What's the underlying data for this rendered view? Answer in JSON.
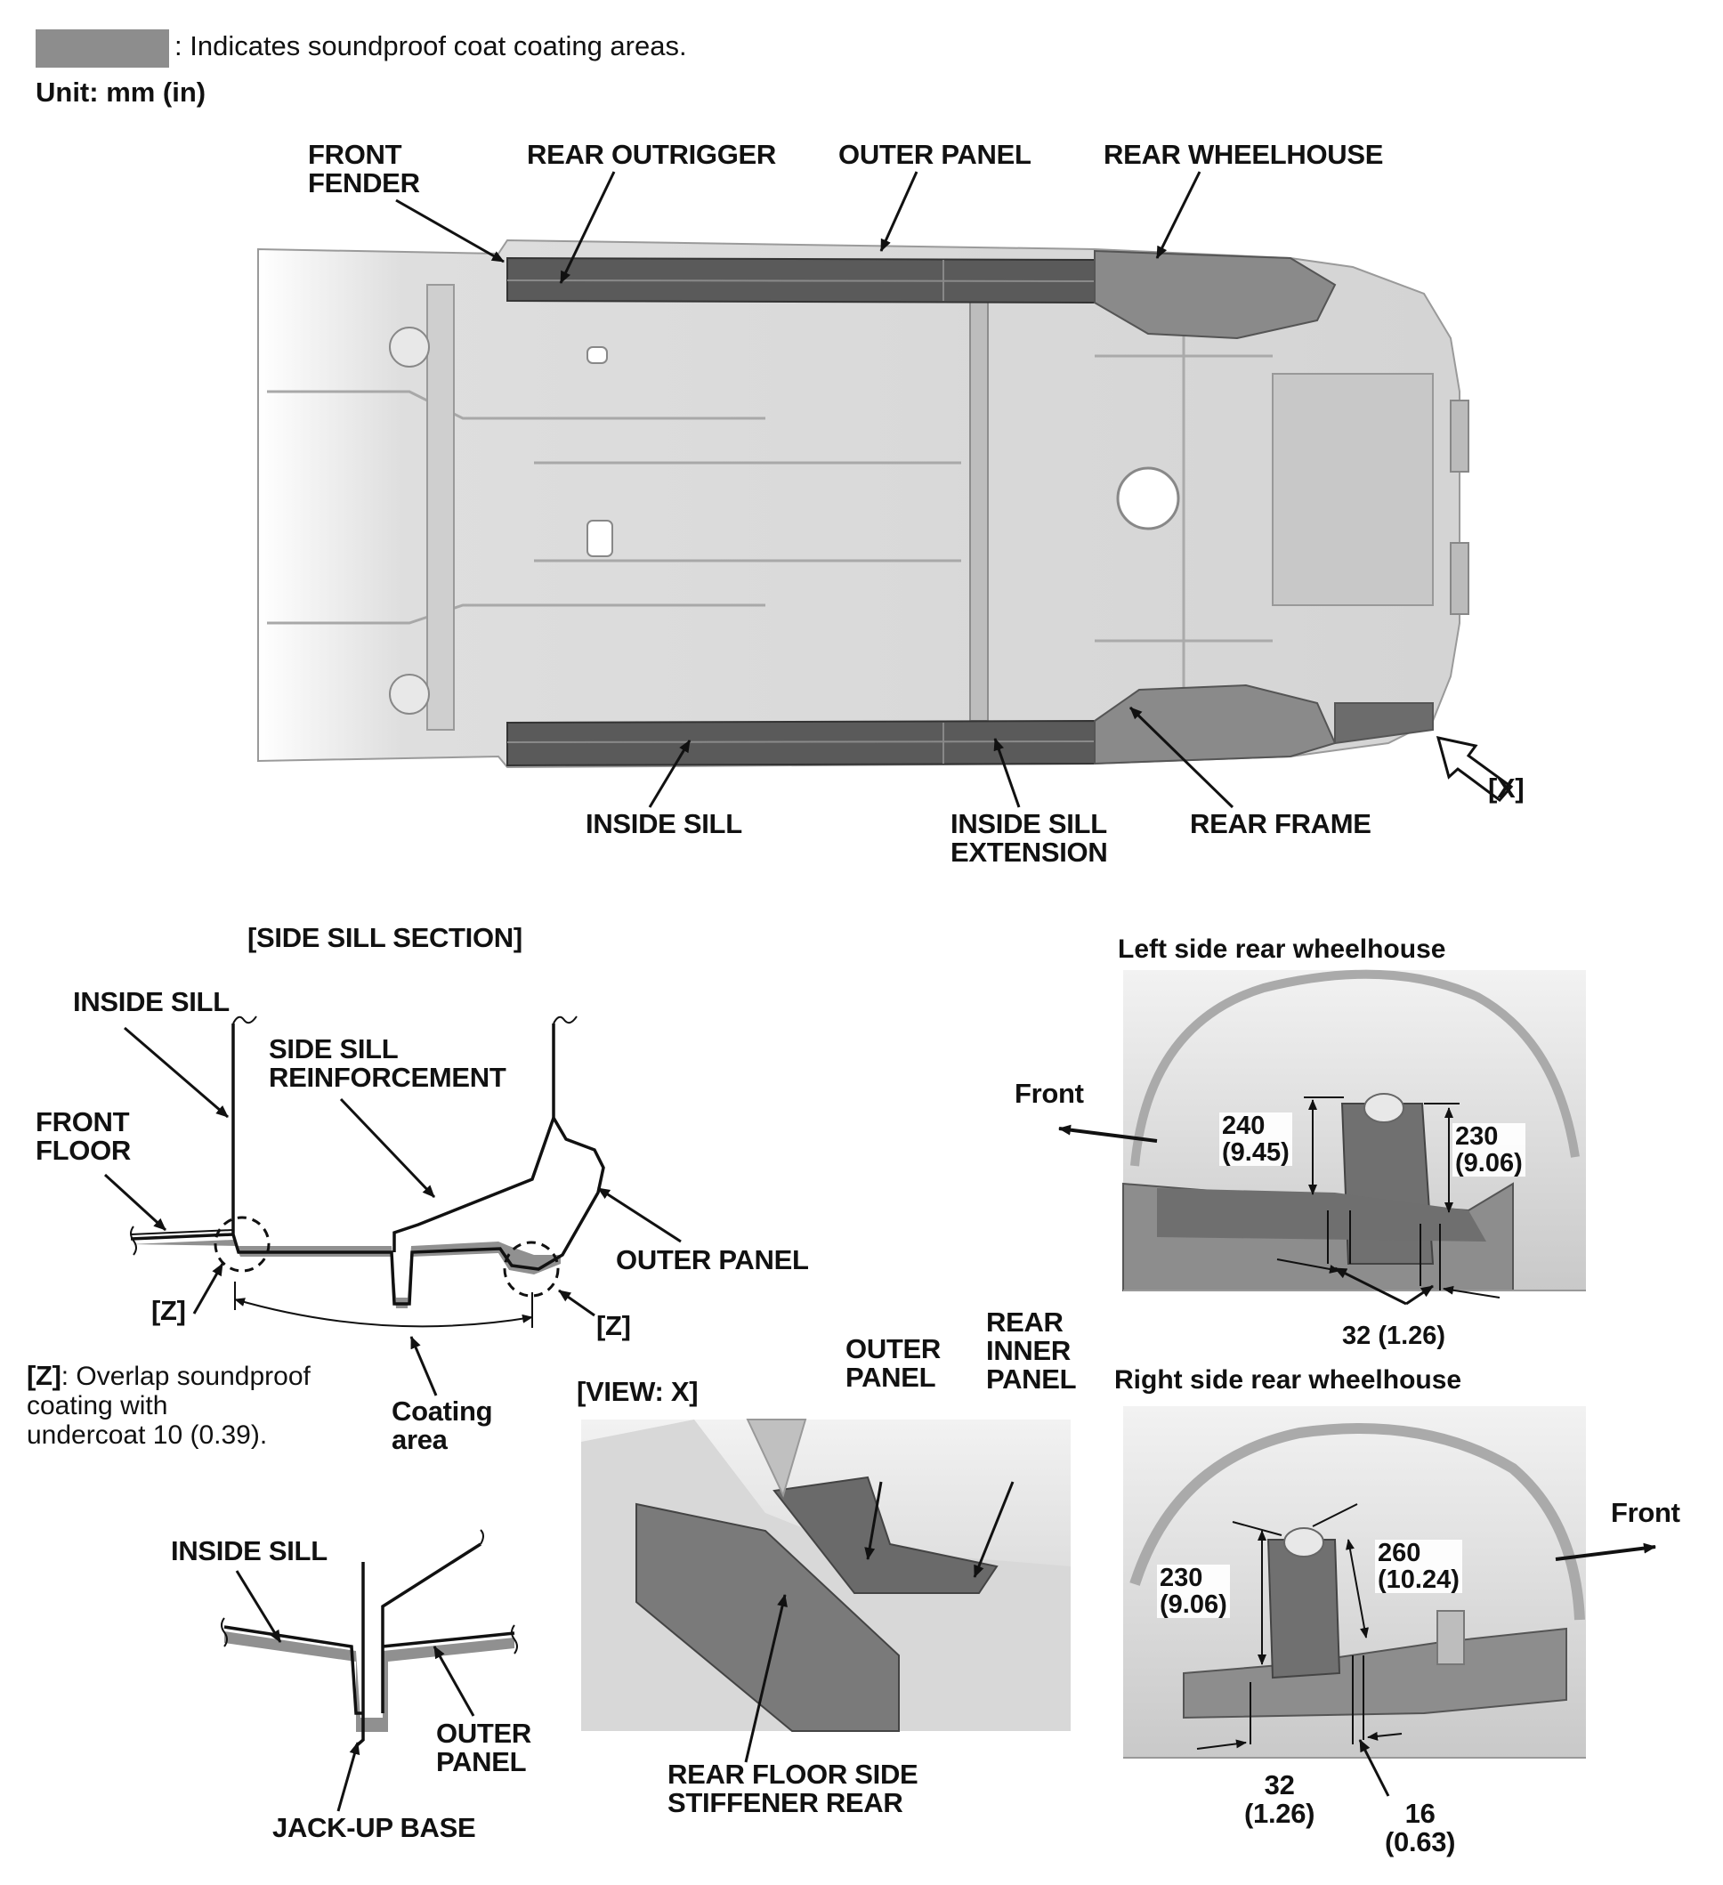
{
  "legend": {
    "text": ": Indicates soundproof coat coating areas.",
    "unit": "Unit: mm (in)",
    "coat_color": "#8d8d8d"
  },
  "top_view": {
    "labels": {
      "front_fender": "FRONT\nFENDER",
      "rear_outrigger": "REAR OUTRIGGER",
      "outer_panel": "OUTER PANEL",
      "rear_wheelhouse": "REAR WHEELHOUSE",
      "inside_sill": "INSIDE SILL",
      "inside_sill_extension": "INSIDE SILL\nEXTENSION",
      "rear_frame": "REAR FRAME",
      "view_x": "[X]"
    }
  },
  "side_sill_section": {
    "title": "[SIDE SILL SECTION]",
    "labels": {
      "inside_sill": "INSIDE SILL",
      "side_sill_reinforcement": "SIDE SILL\nREINFORCEMENT",
      "front_floor": "FRONT\nFLOOR",
      "outer_panel": "OUTER PANEL",
      "z_left": "[Z]",
      "z_right": "[Z]",
      "coating_area": "Coating\narea"
    },
    "note_key": "[Z]",
    "note_text": ": Overlap soundproof\n  coating with\n  undercoat 10 (0.39)."
  },
  "jack_up_section": {
    "labels": {
      "inside_sill": "INSIDE SILL",
      "outer_panel": "OUTER\nPANEL",
      "jack_up_base": "JACK-UP BASE"
    }
  },
  "view_x": {
    "title": "[VIEW: X]",
    "labels": {
      "outer_panel": "OUTER\nPANEL",
      "rear_inner_panel": "REAR\nINNER\nPANEL",
      "stiffener": "REAR FLOOR SIDE\nSTIFFENER REAR"
    }
  },
  "left_wheelhouse": {
    "title": "Left side rear wheelhouse",
    "front": "Front",
    "m240": "240\n(9.45)",
    "m230": "230\n(9.06)",
    "m32": "32 (1.26)"
  },
  "right_wheelhouse": {
    "title": "Right side rear wheelhouse",
    "front": "Front",
    "m230": "230\n(9.06)",
    "m260": "260\n(10.24)",
    "m32": "32\n(1.26)",
    "m16": "16\n(0.63)"
  }
}
